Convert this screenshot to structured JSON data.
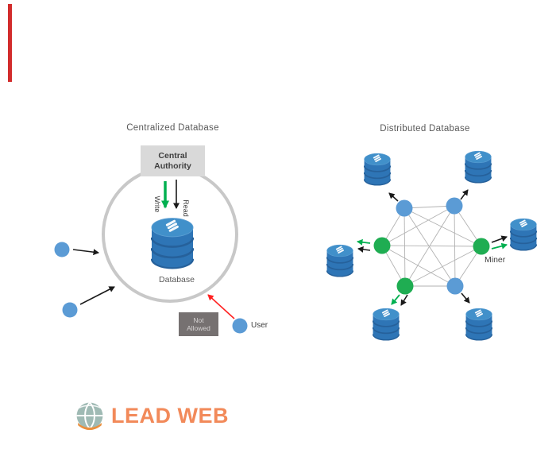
{
  "left_diagram": {
    "title": "Centralized Database",
    "authority_line1": "Central",
    "authority_line2": "Authority",
    "write_label": "Write",
    "read_label": "Read",
    "database_label": "Database",
    "not_allowed_line1": "Not",
    "not_allowed_line2": "Allowed",
    "user_label": "User"
  },
  "right_diagram": {
    "title": "Distributed Database",
    "miner_label": "Miner"
  },
  "logo": {
    "text": "LEAD WEB"
  },
  "icons": {
    "database": "database-cylinder-icon",
    "node_user": "user-node-dot",
    "globe": "globe-icon"
  },
  "colors": {
    "node_blue": "#5b9bd5",
    "node_green": "#1fad52",
    "cylinder_blue": "#2e75b6",
    "write_arrow_green": "#00b050",
    "not_allowed_red": "#ff2020",
    "box_gray": "#d9d9d9",
    "not_allowed_gray": "#767171",
    "circle_gray": "#c8c8c8",
    "title_gray": "#595959",
    "logo_orange": "#f28a5a",
    "red_marker": "#d22c2c"
  }
}
